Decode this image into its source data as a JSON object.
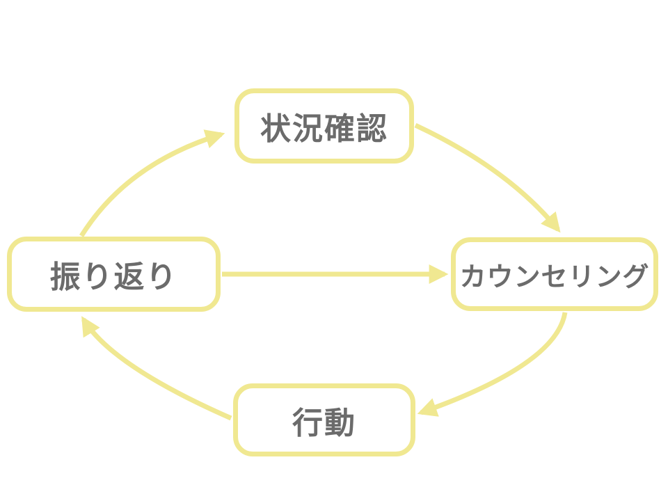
{
  "diagram": {
    "type": "cycle",
    "nodes": [
      {
        "id": "status-check",
        "label": "状況確認"
      },
      {
        "id": "counseling",
        "label": "カウンセリング"
      },
      {
        "id": "action",
        "label": "行動"
      },
      {
        "id": "reflection",
        "label": "振り返り"
      }
    ],
    "edges": [
      {
        "from": "reflection",
        "to": "status-check",
        "style": "curved"
      },
      {
        "from": "status-check",
        "to": "counseling",
        "style": "curved"
      },
      {
        "from": "reflection",
        "to": "counseling",
        "style": "straight"
      },
      {
        "from": "counseling",
        "to": "action",
        "style": "curved"
      },
      {
        "from": "action",
        "to": "reflection",
        "style": "curved"
      }
    ],
    "colors": {
      "accent": "#F0E891",
      "text": "#6B6B6B",
      "background": "#FFFFFF"
    }
  }
}
